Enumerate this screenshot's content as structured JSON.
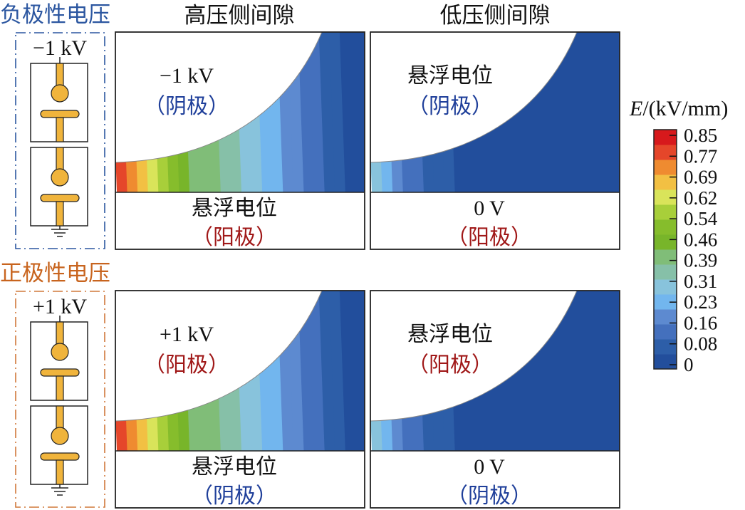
{
  "columns": {
    "high": "高压侧间隙",
    "low": "低压侧间隙"
  },
  "rows": [
    {
      "title": "负极性电压",
      "title_color": "#2b56a0",
      "box_color": "#2b56a0",
      "source": "−1 kV",
      "panels": [
        {
          "top_label": "−1 kV",
          "top_role": "（阴极）",
          "top_role_color": "#1f3f9a",
          "bottom_label": "悬浮电位",
          "bottom_role": "（阳极）",
          "bottom_role_color": "#a01818",
          "levels": [
            14,
            13,
            12,
            11,
            10,
            9,
            8,
            7,
            7,
            7,
            6,
            6,
            5,
            5,
            4,
            4,
            3,
            3,
            2,
            2,
            1,
            1,
            0,
            0
          ]
        },
        {
          "top_label": "悬浮电位",
          "top_role": "（阴极）",
          "top_role_color": "#1f3f9a",
          "bottom_label": "0 V",
          "bottom_role": "（阳极）",
          "bottom_role_color": "#a01818",
          "levels": [
            5,
            4,
            3,
            2,
            2,
            1,
            1,
            1,
            0,
            0,
            0,
            0,
            0,
            0,
            0,
            0,
            0,
            0,
            0,
            0,
            0,
            0,
            0,
            0
          ]
        }
      ]
    },
    {
      "title": "正极性电压",
      "title_color": "#c8641e",
      "box_color": "#d0783a",
      "source": "+1 kV",
      "panels": [
        {
          "top_label": "+1 kV",
          "top_role": "（阳极）",
          "top_role_color": "#a01818",
          "bottom_label": "悬浮电位",
          "bottom_role": "（阴极）",
          "bottom_role_color": "#1f3f9a",
          "levels": [
            14,
            13,
            12,
            11,
            10,
            9,
            8,
            7,
            7,
            7,
            6,
            6,
            5,
            5,
            4,
            4,
            3,
            3,
            2,
            2,
            1,
            1,
            0,
            0
          ]
        },
        {
          "top_label": "悬浮电位",
          "top_role": "（阳极）",
          "top_role_color": "#a01818",
          "bottom_label": "0 V",
          "bottom_role": "（阴极）",
          "bottom_role_color": "#1f3f9a",
          "levels": [
            5,
            4,
            3,
            2,
            2,
            1,
            1,
            1,
            0,
            0,
            0,
            0,
            0,
            0,
            0,
            0,
            0,
            0,
            0,
            0,
            0,
            0,
            0,
            0
          ]
        }
      ]
    }
  ],
  "colorbar": {
    "label_italic": "E",
    "label_unit": "/(kV/mm)",
    "ticks": [
      "0.85",
      "0.77",
      "0.69",
      "0.62",
      "0.54",
      "0.46",
      "0.39",
      "0.31",
      "0.23",
      "0.16",
      "0.08",
      "0"
    ],
    "colors": [
      "#224e9c",
      "#2d5ea8",
      "#4470bd",
      "#5d8ad0",
      "#72b6ee",
      "#88c3dc",
      "#86c0a8",
      "#80bd78",
      "#78b52a",
      "#86bd2c",
      "#a8cf3a",
      "#d9e45a",
      "#f2c043",
      "#ef8b30",
      "#e5462a",
      "#d7191c"
    ]
  }
}
